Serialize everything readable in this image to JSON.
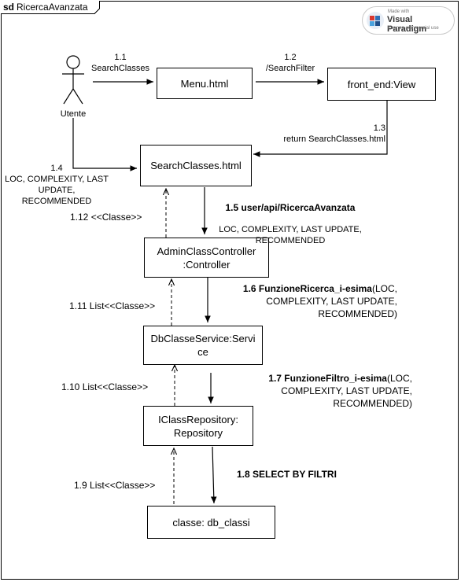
{
  "frame": {
    "keyword": "sd",
    "name": "RicercaAvanzata"
  },
  "watermark": {
    "made_with": "Made with",
    "brand": "Visual Paradigm",
    "note": "For non-commercial use"
  },
  "actor": {
    "name": "Utente"
  },
  "objects": {
    "menu": "Menu.html",
    "view": "front_end:View",
    "search": "SearchClasses.html",
    "controller": "AdminClassController\n:Controller",
    "service": "DbClasseService:Servi\nce",
    "repository": "IClassRepository:\nRepository",
    "db": "classe: db_classi"
  },
  "messages": {
    "m1_1": "1.1\nSearchClasses",
    "m1_2": "1.2\n/SearchFilter",
    "m1_3": "1.3\nreturn SearchClasses.html",
    "m1_4": "1.4\nLOC, COMPLEXITY, LAST\nUPDATE,\nRECOMMENDED",
    "m1_5_name": "1.5 user/api/RicercaAvanzata",
    "m1_5_args": "LOC, COMPLEXITY, LAST UPDATE,\nRECOMMENDED",
    "m1_6_name": "1.6 FunzioneRicerca_i-esima",
    "m1_6_args": "(LOC,\nCOMPLEXITY, LAST UPDATE,\nRECOMMENDED)",
    "m1_7_name": "1.7 FunzioneFiltro_i-esima",
    "m1_7_args": "(LOC,\nCOMPLEXITY, LAST UPDATE,\nRECOMMENDED)",
    "m1_8": "1.8 SELECT BY FILTRI",
    "m1_9": "1.9 List<<Classe>>",
    "m1_10": "1.10 List<<Classe>>",
    "m1_11": "1.11 List<<Classe>>",
    "m1_12": "1.12 <<Classe>>"
  }
}
